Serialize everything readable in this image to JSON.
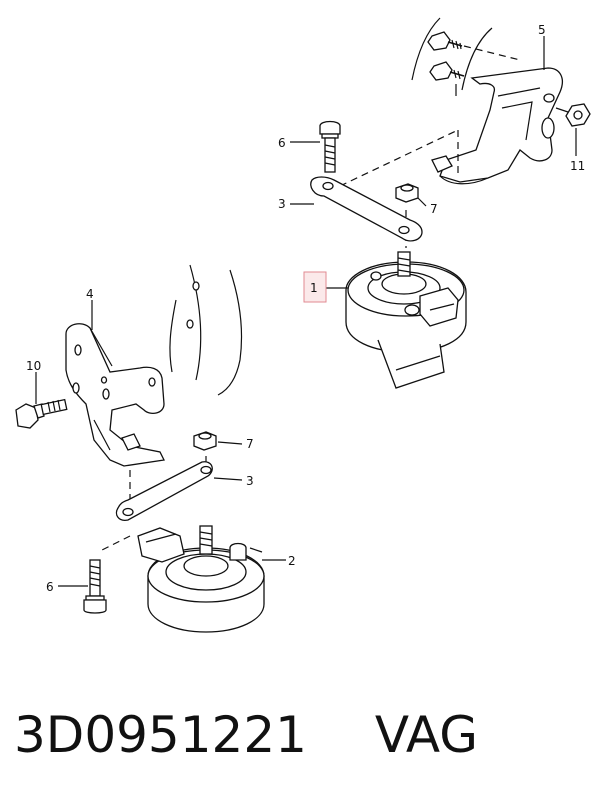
{
  "callouts": {
    "c1": "1",
    "c2": "2",
    "c3a": "3",
    "c3b": "3",
    "c4": "4",
    "c5": "5",
    "c6a": "6",
    "c6b": "6",
    "c7a": "7",
    "c7b": "7",
    "c10": "10",
    "c11": "11"
  },
  "footer": {
    "part_number": "3D0951221",
    "brand": "VAG"
  },
  "colors": {
    "highlight_fill": "#fbe9ea",
    "highlight_stroke": "#e08a92",
    "line": "#111111"
  }
}
